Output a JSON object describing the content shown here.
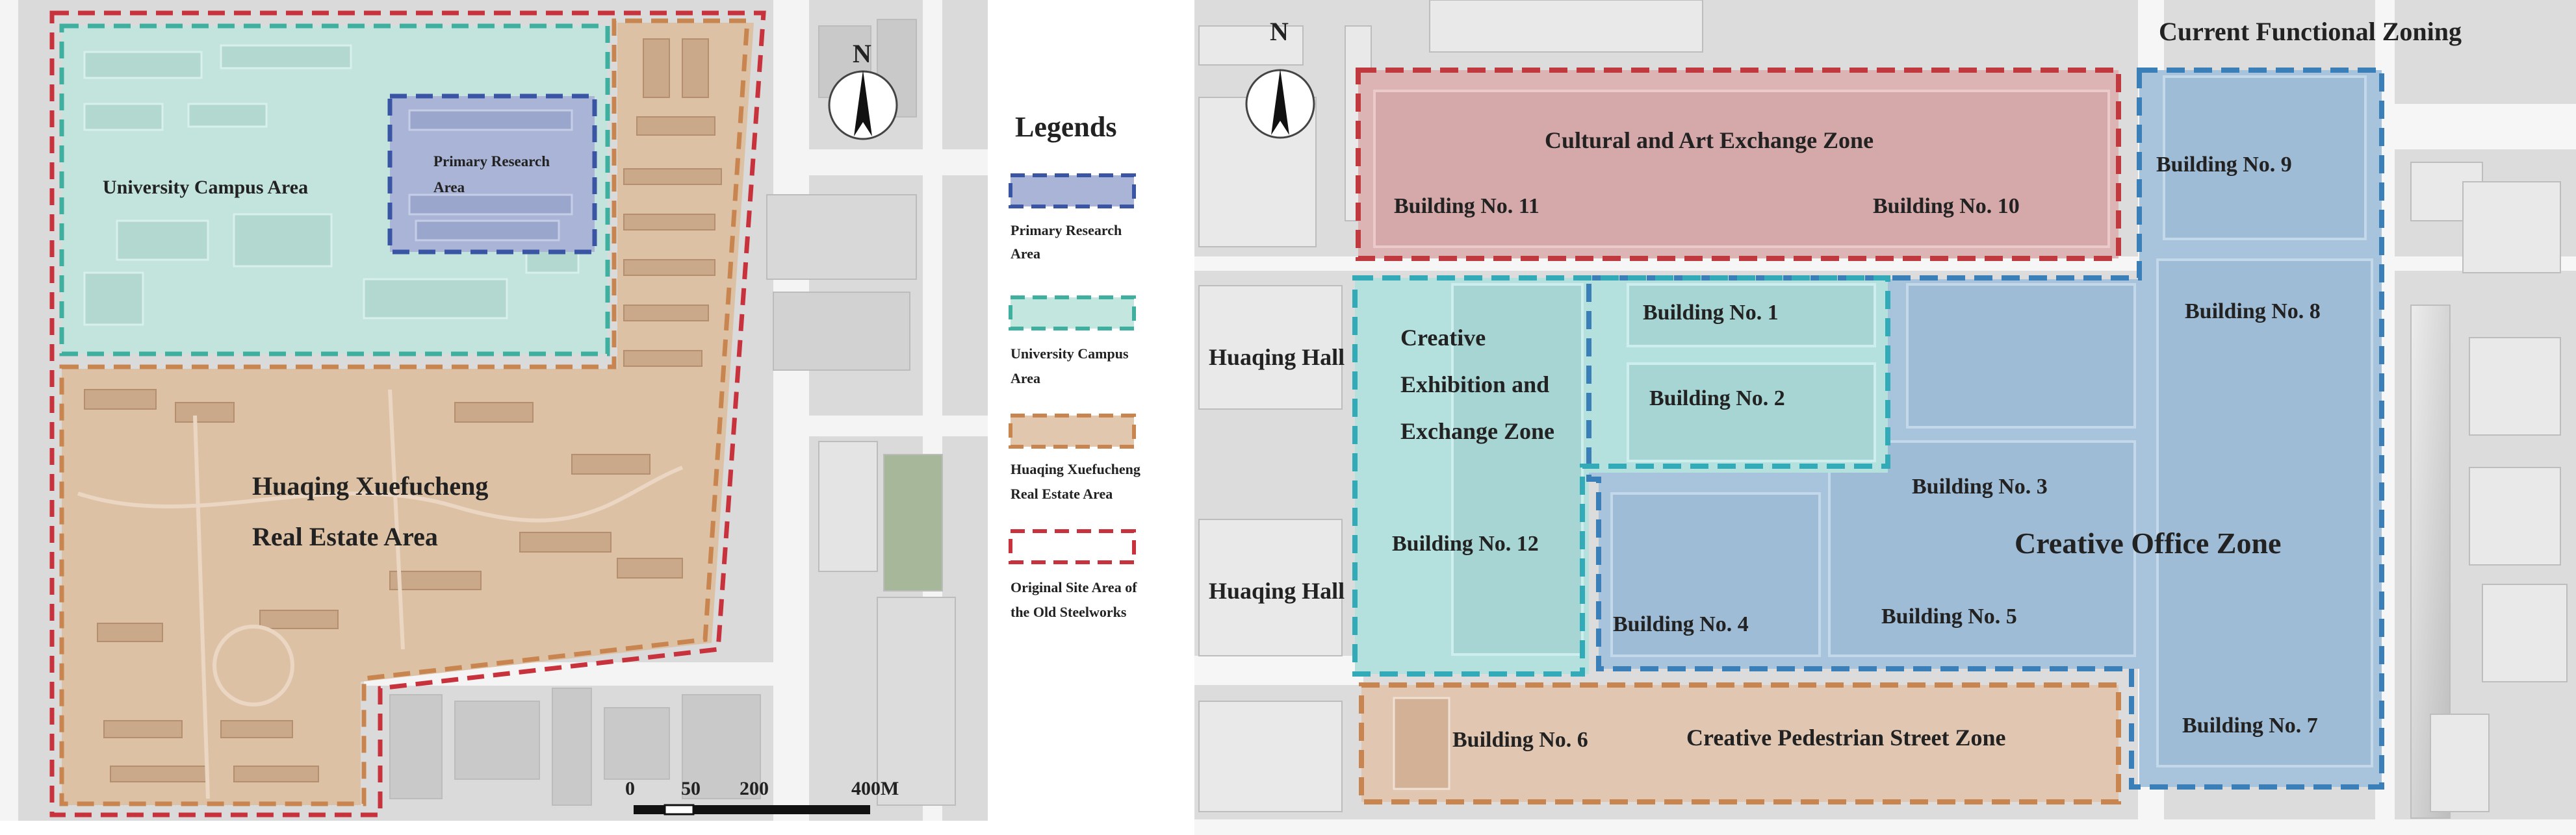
{
  "left_map": {
    "north_label": "N",
    "zones": {
      "university_campus": [
        "University Campus Area"
      ],
      "primary_research": [
        "Primary Research",
        "Area"
      ],
      "real_estate": [
        "Huaqing Xuefucheng",
        "Real Estate Area"
      ]
    },
    "scale_bar": {
      "labels": [
        "0",
        "50",
        "200",
        "400M"
      ]
    }
  },
  "legend": {
    "title": "Legends",
    "items": [
      {
        "lines": [
          "Primary Research",
          "Area"
        ],
        "color": "#3a55a3",
        "fill": "#a9b4d6"
      },
      {
        "lines": [
          "University Campus",
          "Area"
        ],
        "color": "#3fb0a0",
        "fill": "#c3e6df"
      },
      {
        "lines": [
          "Huaqing Xuefucheng",
          "Real Estate Area"
        ],
        "color": "#c8854f",
        "fill": "#e1c7ad"
      },
      {
        "lines": [
          "Original Site Area of",
          "the Old Steelworks"
        ],
        "color": "#c8323c",
        "fill": "#ffffff"
      }
    ]
  },
  "right_map": {
    "title": "Current Functional Zoning",
    "north_label": "N",
    "zones": {
      "cultural": "Cultural and Art Exchange Zone",
      "creative_exhibition": [
        "Creative",
        "Exhibition and",
        "Exchange Zone"
      ],
      "creative_office": "Creative Office Zone",
      "pedestrian": "Creative Pedestrian Street Zone"
    },
    "halls": [
      "Huaqing Hall",
      "Huaqing Hall"
    ],
    "buildings": {
      "b1": "Building No. 1",
      "b2": "Building No. 2",
      "b3": "Building No. 3",
      "b4": "Building No. 4",
      "b5": "Building No. 5",
      "b6": "Building No. 6",
      "b7": "Building No. 7",
      "b8": "Building No. 8",
      "b9": "Building No. 9",
      "b10": "Building No. 10",
      "b11": "Building No. 11",
      "b12": "Building No. 12"
    }
  },
  "colors": {
    "map_bg": "#dcdcdc",
    "road": "#f4f4f4",
    "cultural_border": "#c0393f",
    "office_border": "#3a7fb8",
    "exhibition_border": "#33aab8",
    "pedestrian_border": "#c8854f",
    "steelworks_border": "#c8323c",
    "research_border": "#3a55a3",
    "campus_border": "#3fb0a0"
  }
}
